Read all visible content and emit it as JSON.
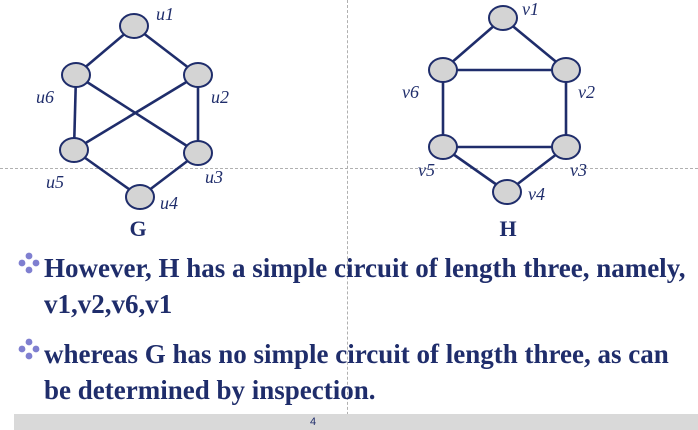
{
  "graphs": [
    {
      "name": "G",
      "nodes": [
        {
          "id": "u1",
          "label": "u1"
        },
        {
          "id": "u2",
          "label": "u2"
        },
        {
          "id": "u3",
          "label": "u3"
        },
        {
          "id": "u4",
          "label": "u4"
        },
        {
          "id": "u5",
          "label": "u5"
        },
        {
          "id": "u6",
          "label": "u6"
        }
      ],
      "edges": [
        [
          "u1",
          "u2"
        ],
        [
          "u1",
          "u6"
        ],
        [
          "u2",
          "u3"
        ],
        [
          "u2",
          "u5"
        ],
        [
          "u6",
          "u3"
        ],
        [
          "u6",
          "u5"
        ],
        [
          "u3",
          "u4"
        ],
        [
          "u5",
          "u4"
        ]
      ]
    },
    {
      "name": "H",
      "nodes": [
        {
          "id": "v1",
          "label": "v1"
        },
        {
          "id": "v2",
          "label": "v2"
        },
        {
          "id": "v3",
          "label": "v3"
        },
        {
          "id": "v4",
          "label": "v4"
        },
        {
          "id": "v5",
          "label": "v5"
        },
        {
          "id": "v6",
          "label": "v6"
        }
      ],
      "edges": [
        [
          "v1",
          "v2"
        ],
        [
          "v1",
          "v6"
        ],
        [
          "v6",
          "v2"
        ],
        [
          "v6",
          "v5"
        ],
        [
          "v2",
          "v3"
        ],
        [
          "v5",
          "v3"
        ],
        [
          "v5",
          "v4"
        ],
        [
          "v3",
          "v4"
        ]
      ]
    }
  ],
  "bullets": [
    "However, H has a simple circuit of length three, namely, v1,v2,v6,v1",
    "whereas G has no simple circuit of length three, as can be determined by inspection."
  ],
  "page_number": "4",
  "colors": {
    "text": "#1f2d6b",
    "node_fill": "#d4d4d4",
    "bullet_icon": "#7f7fd0"
  }
}
